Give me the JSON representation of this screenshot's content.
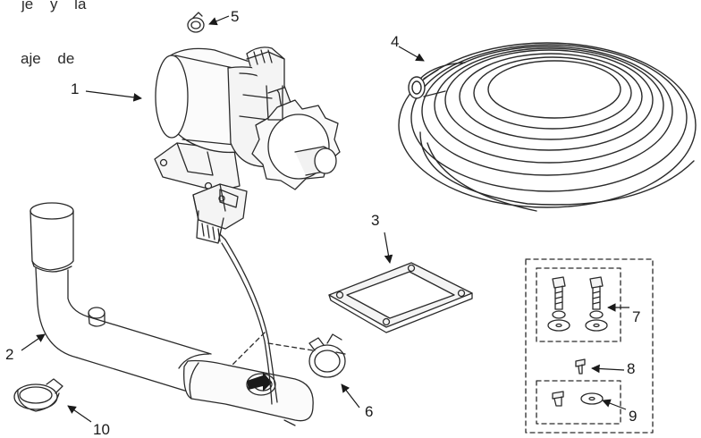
{
  "text_fragments": {
    "line1": "je y la",
    "line2": "aje de"
  },
  "callouts": [
    "1",
    "2",
    "3",
    "4",
    "5",
    "6",
    "7",
    "8",
    "9",
    "10"
  ],
  "parts": {
    "pump": "pump-motor",
    "exhaust_elbow": "exhaust-elbow",
    "gasket": "gasket",
    "hose": "hose-coil",
    "small_clamp": "small-hose-clamp",
    "hose_clamp": "hose-clamp",
    "bolts_washers": "bolts-and-washers",
    "screw": "screw",
    "screw_washer": "screw-and-washer",
    "spare_clamp": "spare-hose-clamp"
  }
}
